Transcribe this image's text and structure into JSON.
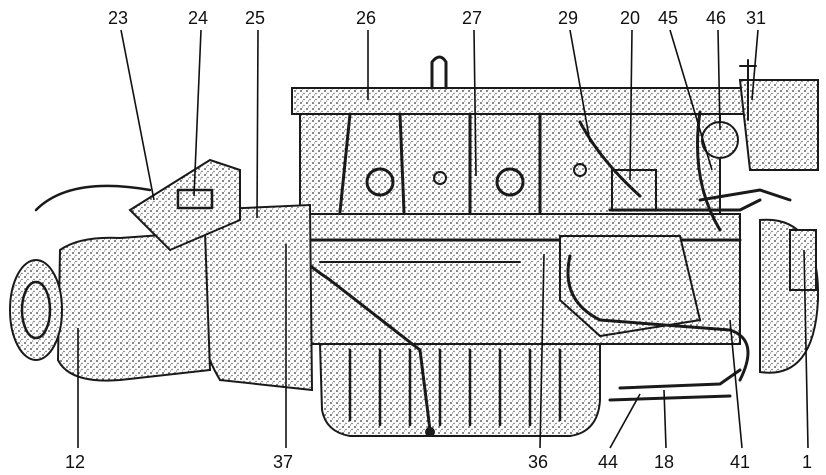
{
  "labels": {
    "l23": "23",
    "l24": "24",
    "l25": "25",
    "l26": "26",
    "l27": "27",
    "l29": "29",
    "l20": "20",
    "l45": "45",
    "l46": "46",
    "l31": "31",
    "l12": "12",
    "l37": "37",
    "l36": "36",
    "l44": "44",
    "l18": "18",
    "l41": "41",
    "l1": "1"
  },
  "colors": {
    "ink": "#1a1a1a",
    "paper": "#ffffff"
  }
}
